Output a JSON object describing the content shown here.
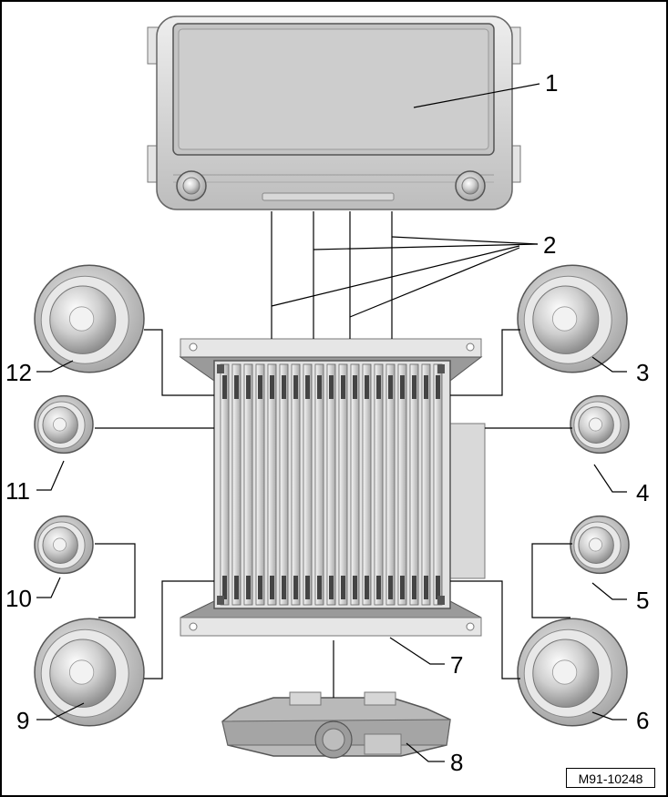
{
  "callouts": {
    "c1": "1",
    "c2": "2",
    "c3": "3",
    "c4": "4",
    "c5": "5",
    "c6": "6",
    "c7": "7",
    "c8": "8",
    "c9": "9",
    "c10": "10",
    "c11": "11",
    "c12": "12"
  },
  "figure_ref": "M91-10248",
  "colors": {
    "stroke": "#000000",
    "part_fill": "#dcdcdc",
    "part_dark": "#8a8a8a",
    "screen": "#c8c8c8"
  },
  "components": [
    "display-head-unit",
    "wiring-connections",
    "tweeter-front-right",
    "midrange-front-right",
    "tweeter-rear-right",
    "woofer-rear-right",
    "amplifier",
    "subwoofer",
    "woofer-rear-left",
    "tweeter-rear-left",
    "midrange-front-left",
    "woofer-front-left"
  ]
}
